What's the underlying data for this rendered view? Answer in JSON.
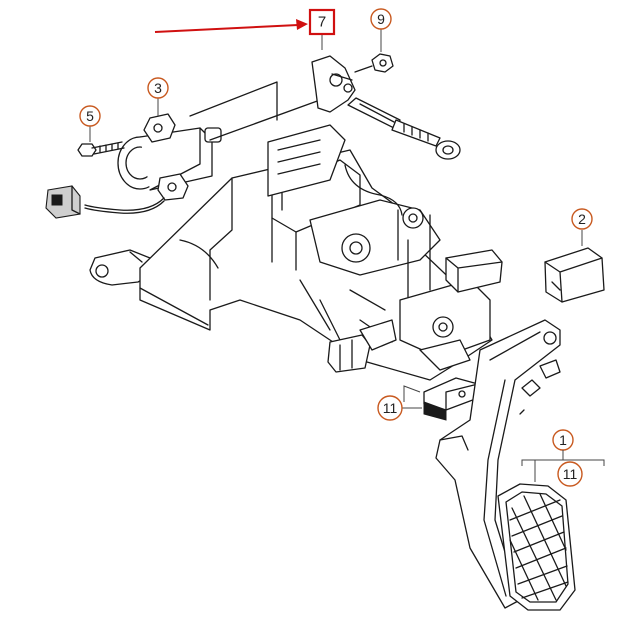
{
  "callouts": [
    {
      "id": "callout-7",
      "label": "7"
    },
    {
      "id": "callout-9",
      "label": "9"
    },
    {
      "id": "callout-3",
      "label": "3"
    },
    {
      "id": "callout-5",
      "label": "5"
    },
    {
      "id": "callout-2",
      "label": "2"
    },
    {
      "id": "callout-11a",
      "label": "11"
    },
    {
      "id": "callout-1",
      "label": "1"
    },
    {
      "id": "callout-11b",
      "label": "11"
    }
  ],
  "colors": {
    "callout_circle": "#c8591f",
    "highlight_box": "#d01010",
    "arrow": "#d01010",
    "line_art": "#1a1a1a"
  }
}
